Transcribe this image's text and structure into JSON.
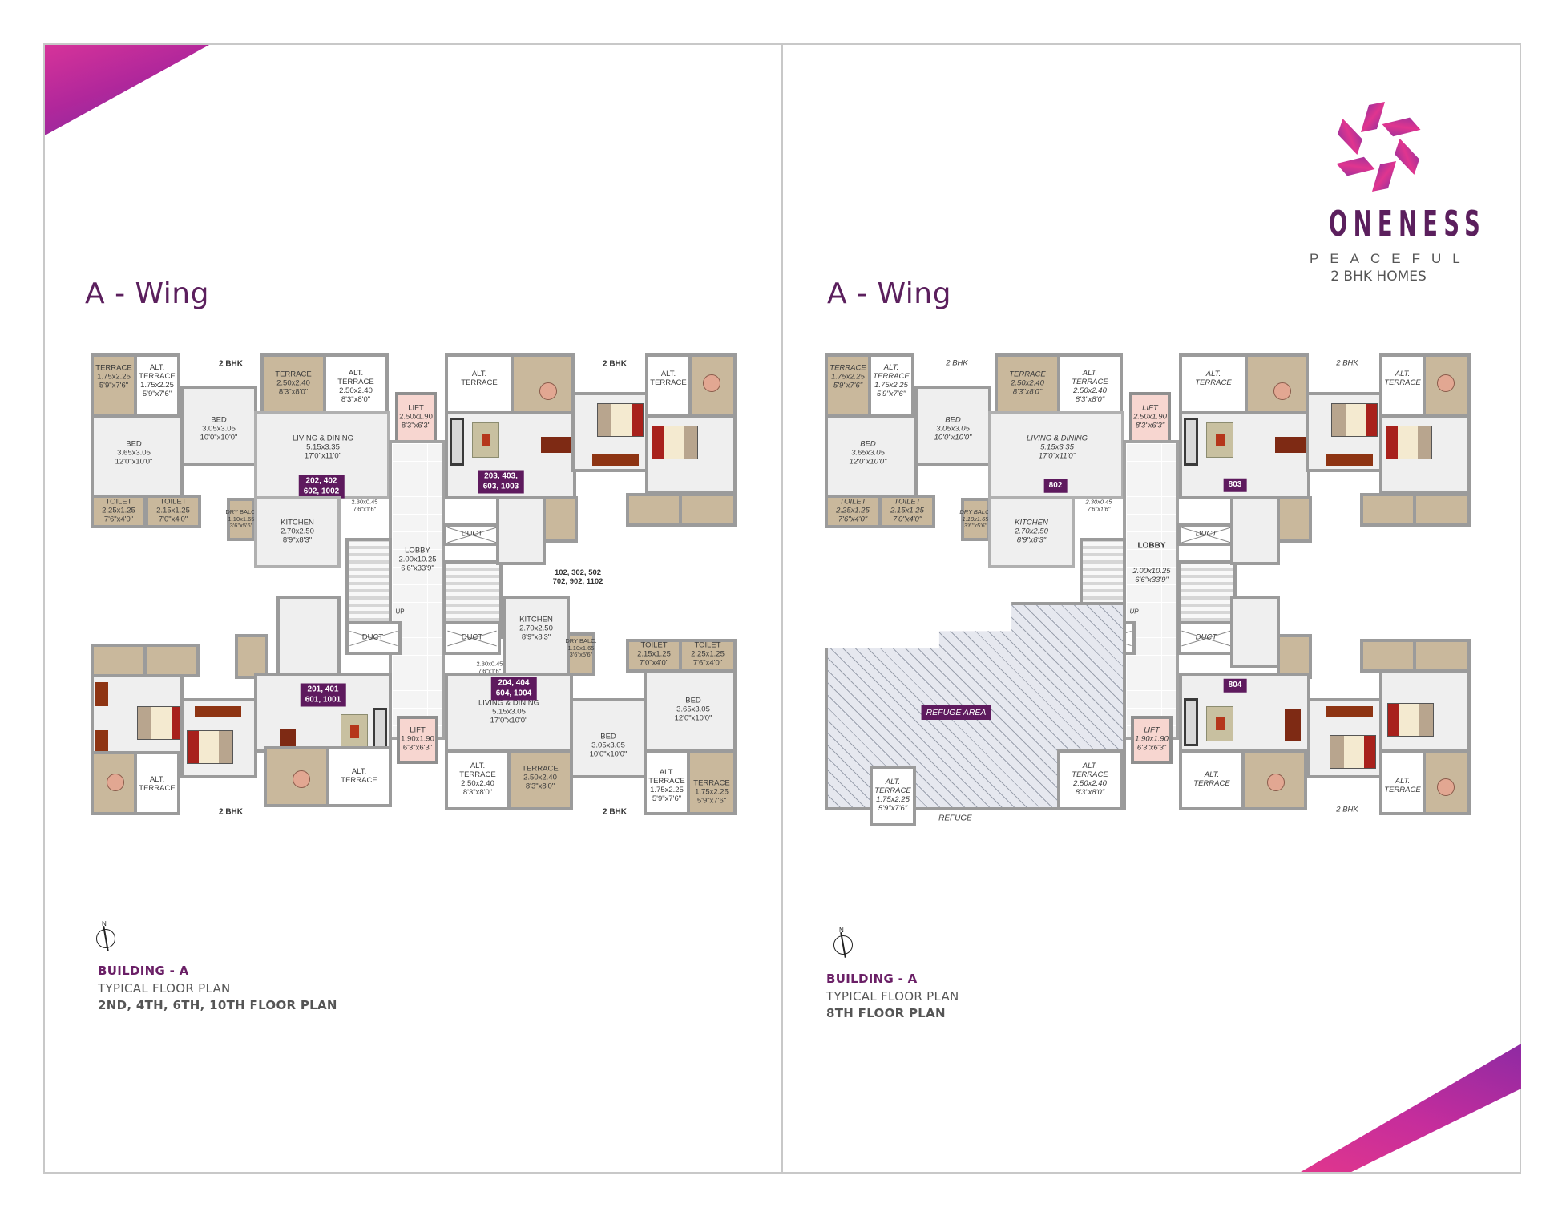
{
  "brand": {
    "name": "ONENESS",
    "tagline_1": "PEACEFUL",
    "tagline_2": "2 BHK HOMES",
    "colors": {
      "primary": "#5b1f5d",
      "accent_pink": "#d6339a",
      "accent_purple": "#7a2fa2",
      "unit_tag": "#5e1a5e",
      "terrace": "#c9b89c",
      "lift": "#f7d6d0"
    }
  },
  "pages": [
    {
      "wing_title": "A - Wing",
      "caption": {
        "compass": "N",
        "building": "BUILDING - A",
        "type": "TYPICAL FLOOR PLAN",
        "floors": "2ND, 4TH, 6TH, 10TH FLOOR PLAN"
      },
      "plan": {
        "unit_type_labels": [
          "2 BHK",
          "2 BHK",
          "2 BHK",
          "2 BHK"
        ],
        "unit_tags": [
          "202, 402\n602, 1002",
          "203, 403,\n603, 1003",
          "201, 401\n601, 1001",
          "204, 404\n604, 1004"
        ],
        "side_label": "102, 302, 502\n702, 902, 1102",
        "rooms": {
          "tl_terrace": "TERRACE\n1.75x2.25\n5'9\"x7'6\"",
          "tl_alt_terrace": "ALT.\nTERRACE\n1.75x2.25\n5'9\"x7'6\"",
          "tl_bed_main": "BED\n3.65x3.05\n12'0\"x10'0\"",
          "tl_bed_2": "BED\n3.05x3.05\n10'0\"x10'0\"",
          "tl_toilet_1": "TOILET\n2.25x1.25\n7'6\"x4'0\"",
          "tl_toilet_2": "TOILET\n2.15x1.25\n7'0\"x4'0\"",
          "tl_dry_balc": "DRY BALC.\n1.10x1.65\n3'6\"x5'6\"",
          "tl_terrace_2": "TERRACE\n2.50x2.40\n8'3\"x8'0\"",
          "tl_alt_terrace_2": "ALT.\nTERRACE\n2.50x2.40\n8'3\"x8'0\"",
          "tl_living": "LIVING & DINING\n5.15x3.35\n17'0\"x11'0\"",
          "tl_kitchen": "KITCHEN\n2.70x2.50\n8'9\"x8'3\"",
          "passage_1": "2.30x0.45\n7'6\"x1'6\"",
          "lift_top": "LIFT\n2.50x1.90\n8'3\"x6'3\"",
          "lobby": "LOBBY\n2.00x10.25\n6'6\"x33'9\"",
          "lift_bottom": "LIFT\n1.90x1.90\n6'3\"x6'3\"",
          "duct": "DUCT",
          "up": "UP",
          "tr_alt_terrace_1": "ALT.\nTERRACE",
          "tr_alt_terrace_2": "ALT.\nTERRACE",
          "bl_alt_terrace_1": "ALT.\nTERRACE",
          "bl_alt_terrace_2": "ALT.\nTERRACE",
          "br_kitchen": "KITCHEN\n2.70x2.50\n8'9\"x8'3\"",
          "br_dry_balc": "DRY BALC.\n1.10x1.65\n3'6\"x5'6\"",
          "br_toilet_1": "TOILET\n2.15x1.25\n7'0\"x4'0\"",
          "br_toilet_2": "TOILET\n2.25x1.25\n7'6\"x4'0\"",
          "br_living": "LIVING & DINING\n5.15x3.05\n17'0\"x10'0\"",
          "br_bed_main": "BED\n3.65x3.05\n12'0\"x10'0\"",
          "br_bed_2": "BED\n3.05x3.05\n10'0\"x10'0\"",
          "br_alt_terrace_1": "ALT.\nTERRACE\n2.50x2.40\n8'3\"x8'0\"",
          "br_terrace_1": "TERRACE\n2.50x2.40\n8'3\"x8'0\"",
          "br_alt_terrace_2": "ALT.\nTERRACE\n1.75x2.25\n5'9\"x7'6\"",
          "br_terrace_2": "TERRACE\n1.75x2.25\n5'9\"x7'6\"",
          "passage_2": "2.30x0.45\n7'6\"x1'6\""
        }
      }
    },
    {
      "wing_title": "A - Wing",
      "caption": {
        "compass": "N",
        "building": "BUILDING - A",
        "type": "TYPICAL FLOOR PLAN",
        "floors": "8TH FLOOR PLAN"
      },
      "plan": {
        "unit_type_labels": [
          "2 BHK",
          "2 BHK",
          "2 BHK"
        ],
        "unit_tags": [
          "802",
          "803",
          "804"
        ],
        "refuge_tag": "REFUGE AREA",
        "refuge_label": "REFUGE",
        "rooms": {
          "tl_terrace": "TERRACE\n1.75x2.25\n5'9\"x7'6\"",
          "tl_alt_terrace": "ALT.\nTERRACE\n1.75x2.25\n5'9\"x7'6\"",
          "tl_bed_main": "BED\n3.65x3.05\n12'0\"x10'0\"",
          "tl_bed_2": "BED\n3.05x3.05\n10'0\"x10'0\"",
          "tl_toilet_1": "TOILET\n2.25x1.25\n7'6\"x4'0\"",
          "tl_toilet_2": "TOILET\n2.15x1.25\n7'0\"x4'0\"",
          "tl_dry_balc": "DRY BALC.\n1.10x1.65\n3'6\"x5'6\"",
          "tl_terrace_2": "TERRACE\n2.50x2.40\n8'3\"x8'0\"",
          "tl_alt_terrace_2": "ALT.\nTERRACE\n2.50x2.40\n8'3\"x8'0\"",
          "tl_living": "LIVING & DINING\n5.15x3.35\n17'0\"x11'0\"",
          "tl_kitchen": "KITCHEN\n2.70x2.50\n8'9\"x8'3\"",
          "passage_1": "2.30x0.45\n7'6\"x1'6\"",
          "lift_top": "LIFT\n2.50x1.90\n8'3\"x6'3\"",
          "lobby_title": "LOBBY",
          "lobby_dims": "2.00x10.25\n6'6\"x33'9\"",
          "lift_bottom": "LIFT\n1.90x1.90\n6'3\"x6'3\"",
          "duct": "DUCT",
          "up": "UP",
          "tr_alt_terrace_1": "ALT.\nTERRACE",
          "tr_alt_terrace_2": "ALT.\nTERRACE",
          "br_alt_terrace_1": "ALT.\nTERRACE",
          "br_alt_terrace_2": "ALT.\nTERRACE",
          "refuge_alt_terrace_1": "ALT.\nTERRACE\n1.75x2.25\n5'9\"x7'6\"",
          "refuge_alt_terrace_2": "ALT.\nTERRACE\n2.50x2.40\n8'3\"x8'0\""
        }
      }
    }
  ]
}
